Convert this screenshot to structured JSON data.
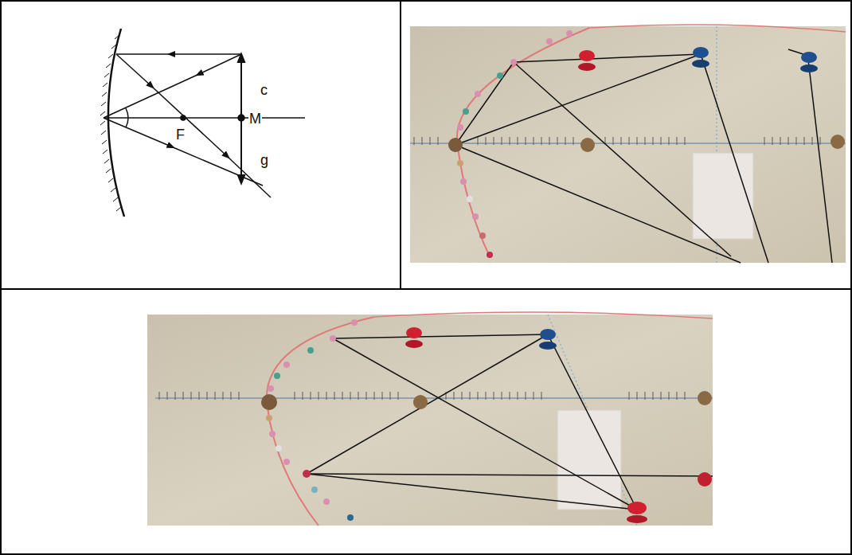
{
  "diagram": {
    "labels": [
      "c",
      "M",
      "g",
      "F"
    ]
  }
}
